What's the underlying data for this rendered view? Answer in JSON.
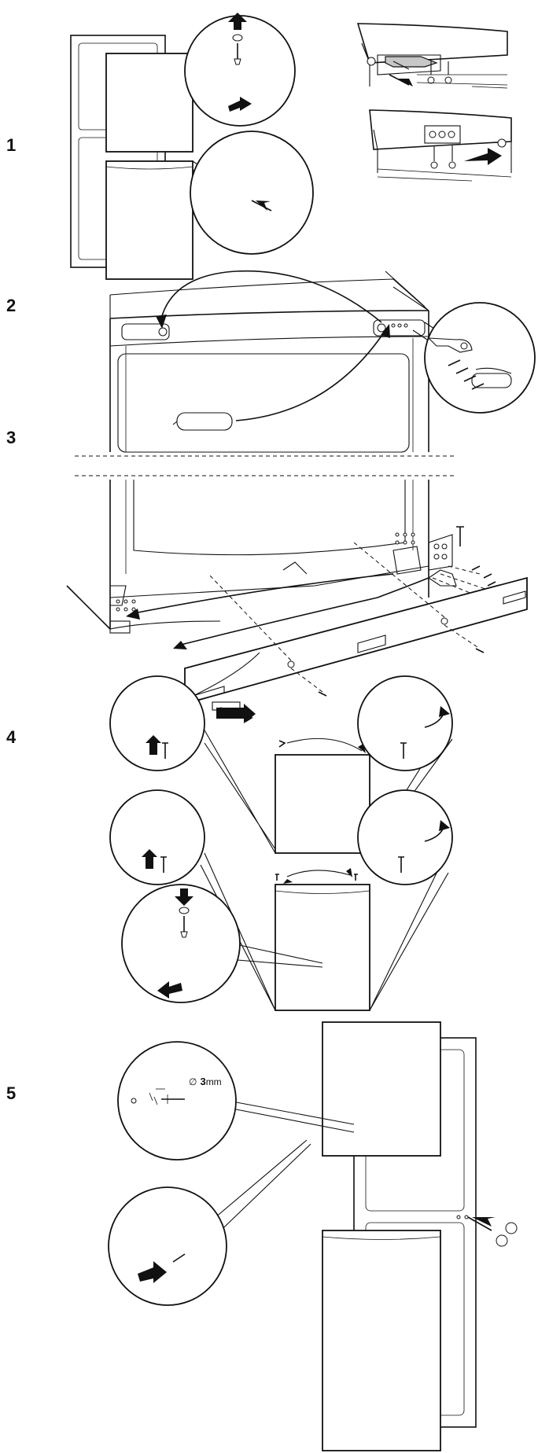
{
  "steps": [
    {
      "number": "1"
    },
    {
      "number": "2"
    },
    {
      "number": "3"
    },
    {
      "number": "4"
    },
    {
      "number": "5"
    }
  ],
  "step5": {
    "drill_symbol": "∅",
    "drill_size": "3",
    "drill_unit": "mm"
  }
}
